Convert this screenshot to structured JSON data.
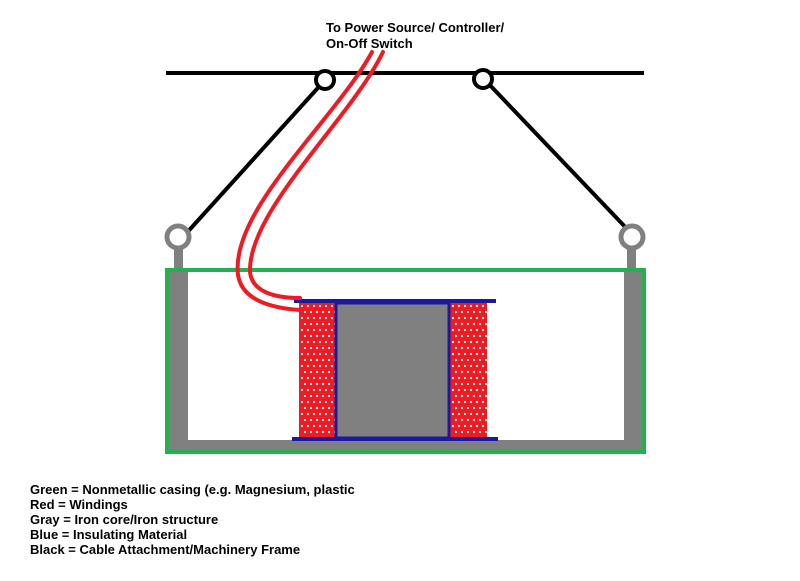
{
  "diagram": {
    "top_label_line1": "To Power Source/ Controller/",
    "top_label_line2": "On-Off Switch"
  },
  "legend": {
    "items": [
      {
        "text": "Green = Nonmetallic casing (e.g. Magnesium, plastic",
        "meaning": "casing",
        "color": "#22b14c"
      },
      {
        "text": "Red = Windings",
        "meaning": "windings",
        "color": "#ed1c24"
      },
      {
        "text": "Gray = Iron core/Iron structure",
        "meaning": "iron",
        "color": "#808080"
      },
      {
        "text": "Blue = Insulating Material",
        "meaning": "insulation",
        "color": "#1a1a9e"
      },
      {
        "text": "Black = Cable Attachment/Machinery Frame",
        "meaning": "frame",
        "color": "#000000"
      }
    ]
  }
}
